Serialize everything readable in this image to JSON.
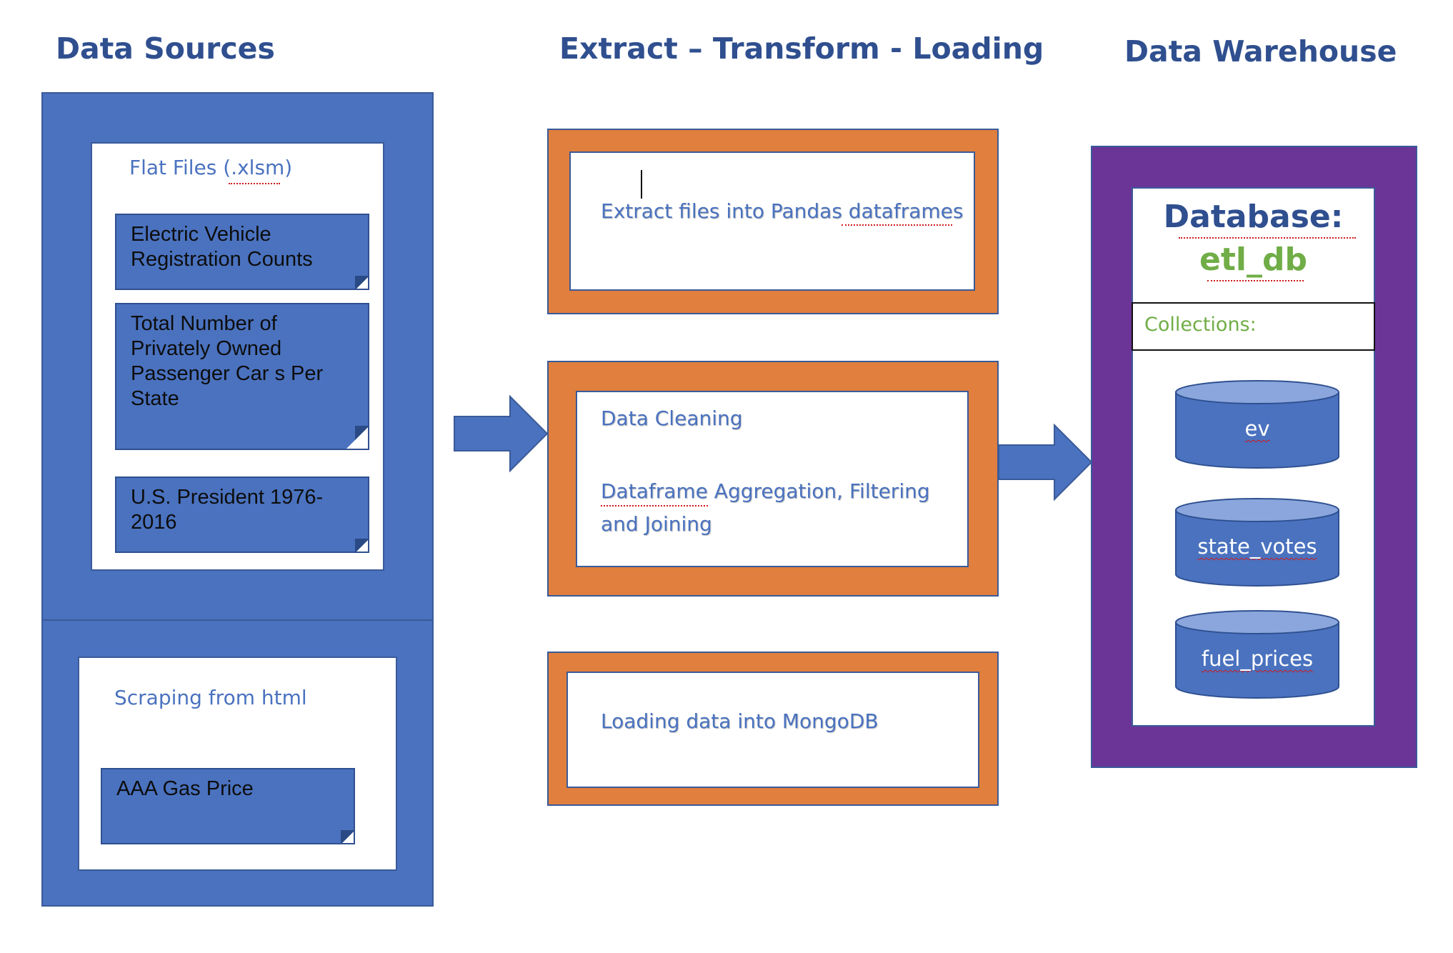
{
  "headings": {
    "sources": "Data Sources",
    "etl": "Extract – Transform - Loading",
    "warehouse": "Data Warehouse"
  },
  "sources": {
    "flat_files_label": "Flat Files (.xlsm)",
    "flat_files": [
      "Electric Vehicle Registration Counts",
      "Total Number of Privately Owned Passenger Car s Per State",
      "U.S. President 1976-2016"
    ],
    "scraping_label": "Scraping from html",
    "scraping": [
      "AAA Gas Price"
    ]
  },
  "etl": {
    "extract": "Extract files into Pandas dataframes",
    "clean_title": "Data Cleaning",
    "clean_detail": "Dataframe Aggregation, Filtering and Joining",
    "load": "Loading data into MongoDB"
  },
  "warehouse": {
    "db_label": "Database:",
    "db_name": "etl_db",
    "collections_label": "Collections:",
    "collections": [
      "ev",
      "state_votes",
      "fuel_prices"
    ]
  },
  "colors": {
    "heading": "#2f4f8f",
    "source_blue": "#4a72bf",
    "etl_orange": "#e07f3e",
    "warehouse_purple": "#6a3597",
    "db_green": "#70ad47"
  }
}
